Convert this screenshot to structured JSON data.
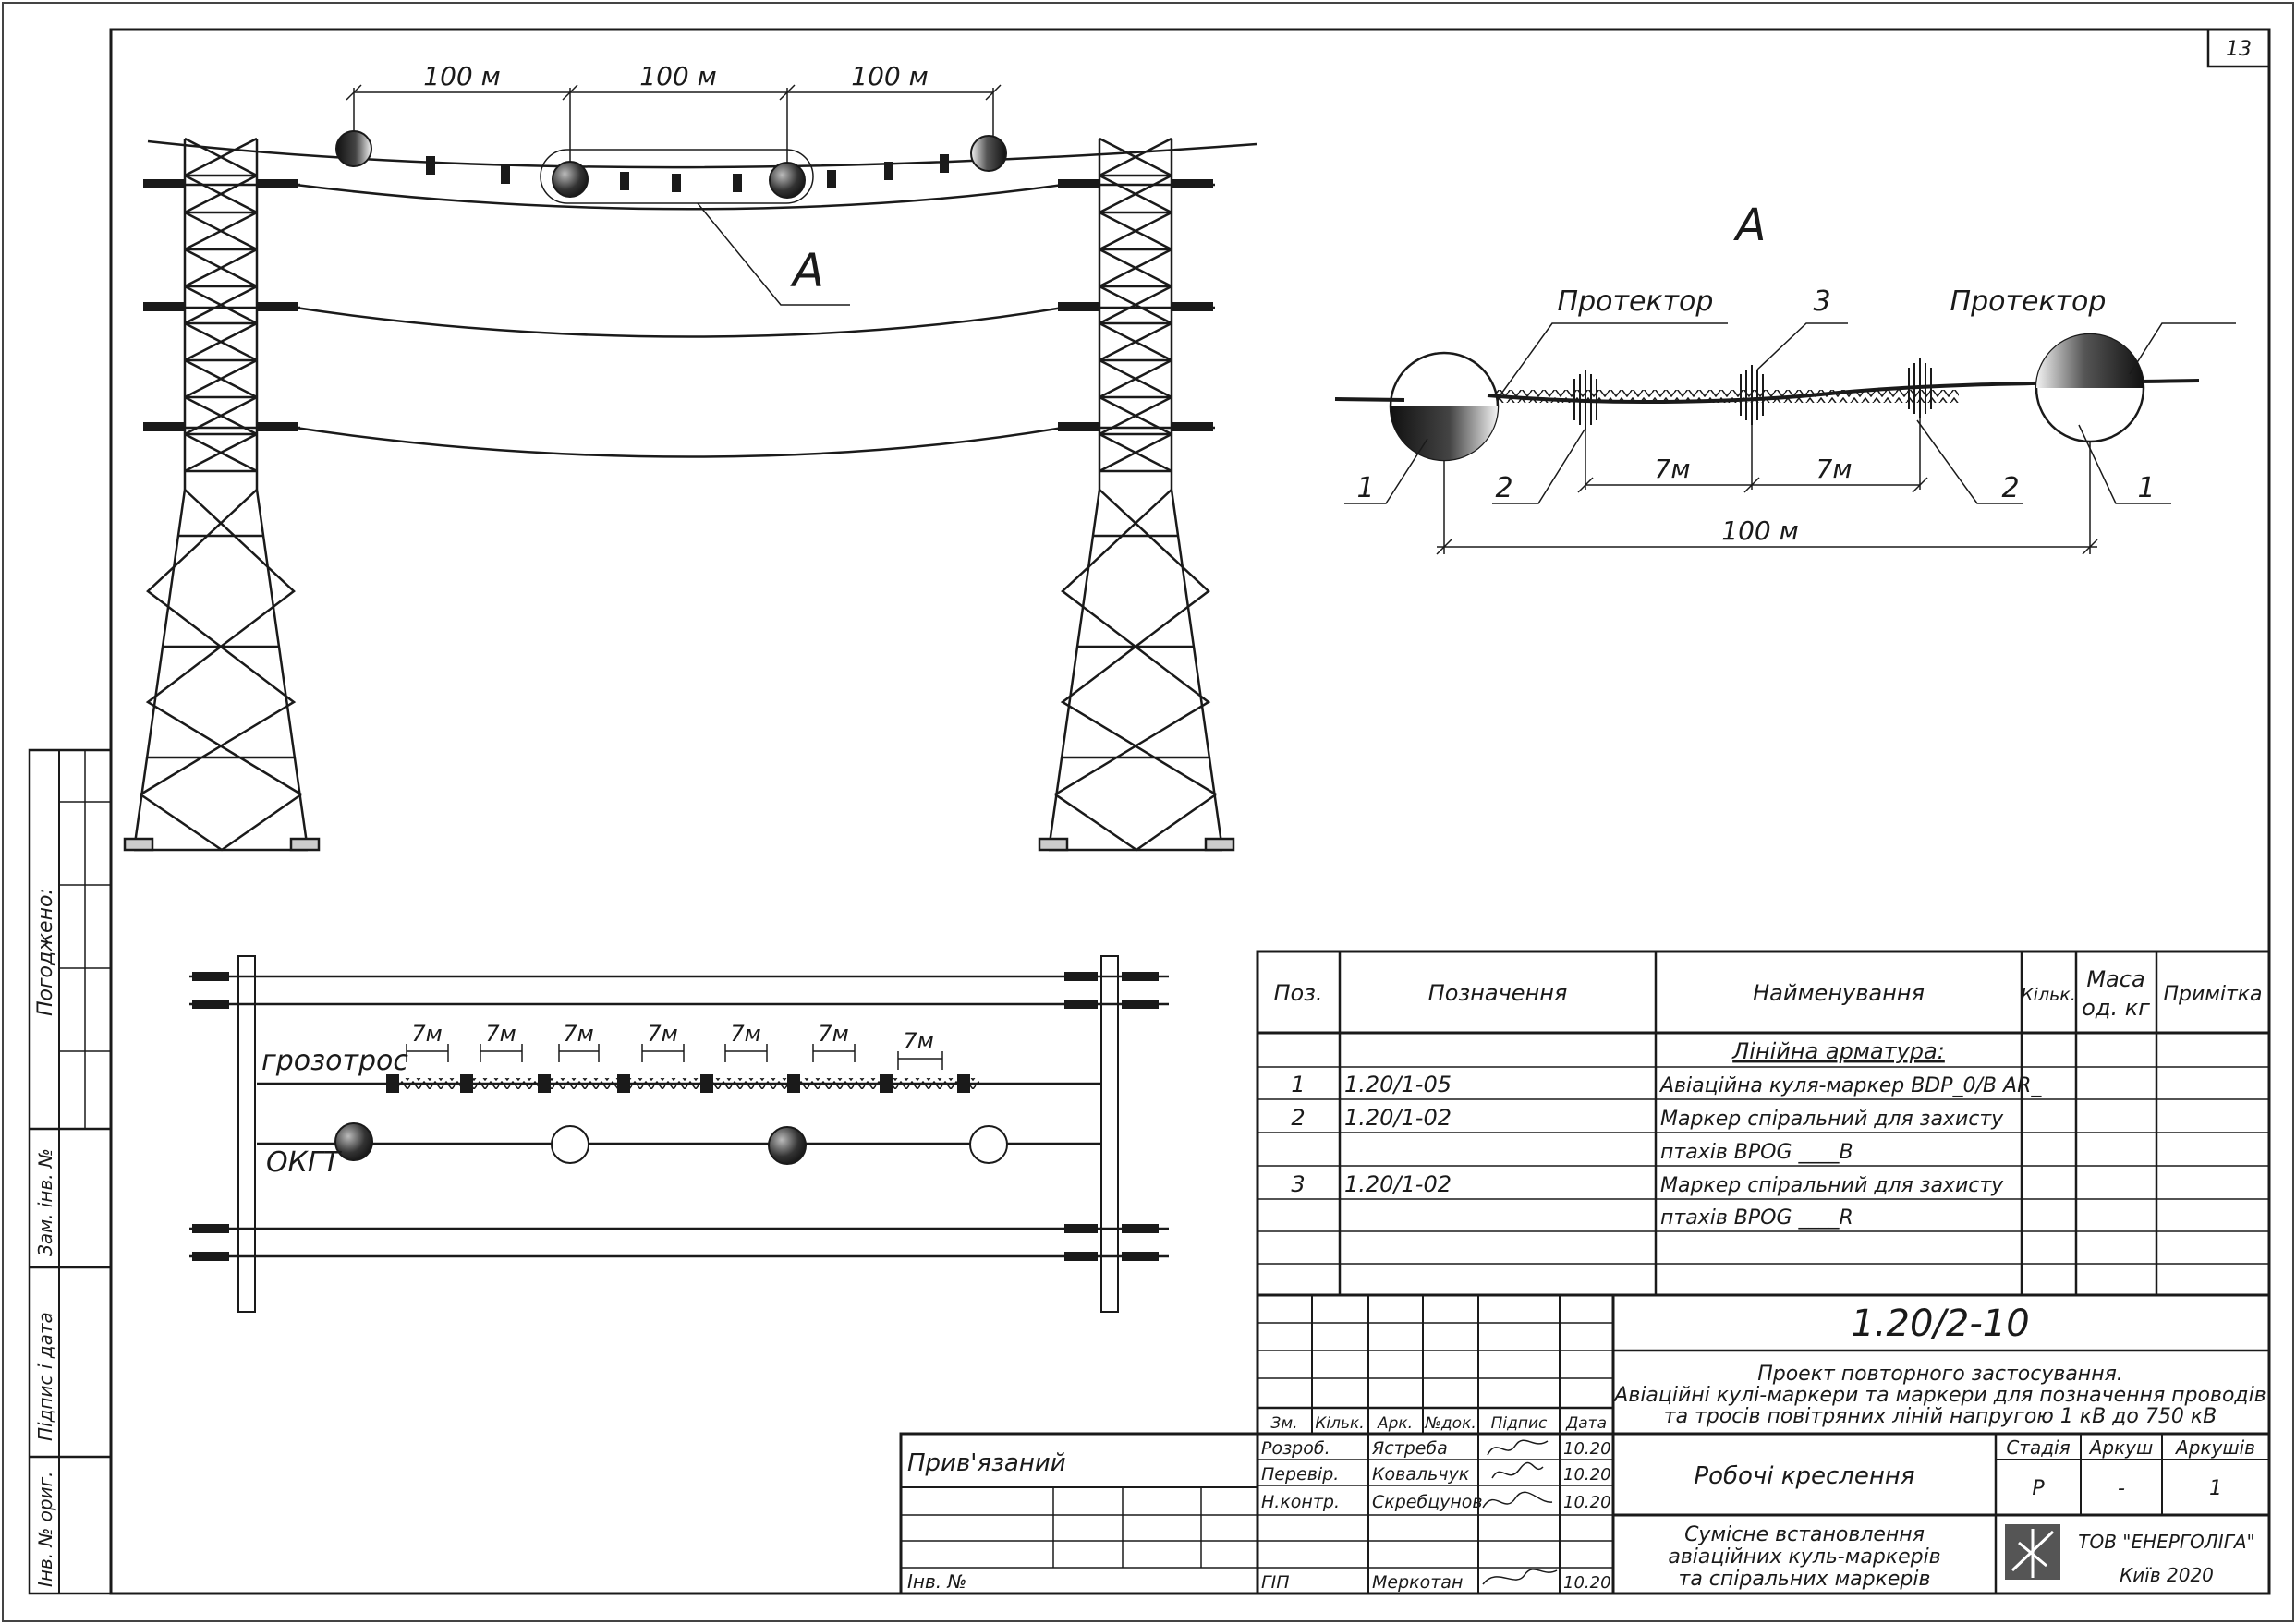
{
  "sheet_number": "13",
  "side_stamp": {
    "agreed": "Погоджено:",
    "replaced_inv": "Зам. інв. №",
    "sign_date": "Підпис і дата",
    "orig_inv": "Інв. № ориг."
  },
  "elevation": {
    "spans": [
      "100 м",
      "100 м",
      "100 м"
    ],
    "callout": "А"
  },
  "detail_a": {
    "title": "А",
    "protector_left": "Протектор",
    "protector_right": "Протектор",
    "pos3": "3",
    "pos1_left": "1",
    "pos2_left": "2",
    "pos2_right": "2",
    "pos1_right": "1",
    "gap1": "7м",
    "gap2": "7м",
    "total": "100 м"
  },
  "plan": {
    "ground_wire": "грозотрос",
    "okgt": "ОКГТ",
    "gaps": [
      "7м",
      "7м",
      "7м",
      "7м",
      "7м",
      "7м",
      "7м"
    ]
  },
  "spec_table": {
    "headers": {
      "pos": "Поз.",
      "designation": "Позначення",
      "name": "Найменування",
      "qty": "Кільк.",
      "mass_l1": "Маса",
      "mass_l2": "од. кг",
      "note": "Примітка"
    },
    "section": "Лінійна арматура:",
    "rows": [
      {
        "pos": "1",
        "designation": "1.20/1-05",
        "name": "Авіаційна куля-маркер BDP_0/B AR_"
      },
      {
        "pos": "2",
        "designation": "1.20/1-02",
        "name": "Маркер спіральний для захисту"
      },
      {
        "pos": "",
        "designation": "",
        "name": "птахів BPOG ____B"
      },
      {
        "pos": "3",
        "designation": "1.20/1-02",
        "name": "Маркер спіральний для захисту"
      },
      {
        "pos": "",
        "designation": "",
        "name": "птахів BPOG ____R"
      }
    ]
  },
  "title_block": {
    "doc_code": "1.20/2-10",
    "project_l1": "Проект повторного застосування.",
    "project_l2": "Авіаційні кулі-маркери та маркери для позначення проводів",
    "project_l3": "та тросів повітряних ліній напругою 1 кВ до 750 кВ",
    "cols": [
      "Зм.",
      "Кільк.",
      "Арк.",
      "№док.",
      "Підпис",
      "Дата"
    ],
    "people": [
      {
        "role": "Розроб.",
        "name": "Ястреба",
        "date": "10.20"
      },
      {
        "role": "Перевір.",
        "name": "Ковальчук",
        "date": "10.20"
      },
      {
        "role": "Н.контр.",
        "name": "Скребцунов",
        "date": "10.20"
      },
      {
        "role": "ГІП",
        "name": "Меркотан",
        "date": "10.20"
      }
    ],
    "stage_label": "Стадія",
    "sheet_label": "Аркуш",
    "sheets_label": "Аркушів",
    "stage": "Р",
    "sheet": "-",
    "sheets": "1",
    "working_drawings": "Робочі креслення",
    "sheet_title_l1": "Сумісне встановлення",
    "sheet_title_l2": "авіаційних куль-маркерів",
    "sheet_title_l3": "та спіральних маркерів",
    "company": "ТОВ \"ЕНЕРГОЛІГА\"",
    "city_year": "Київ 2020",
    "linked": "Прив'язаний",
    "inv_no": "Інв. №"
  }
}
